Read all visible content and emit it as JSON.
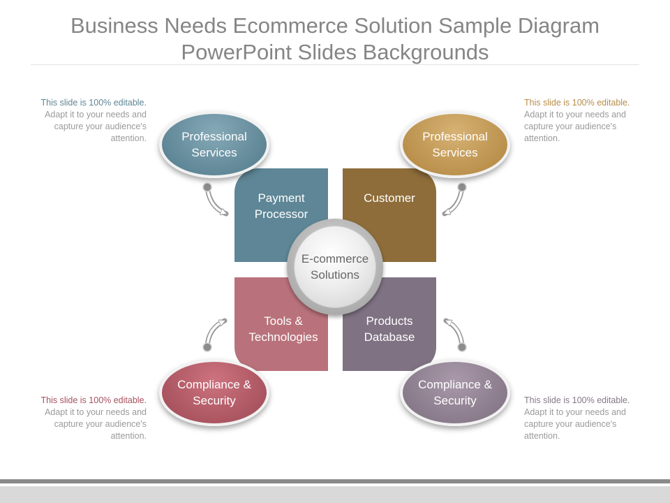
{
  "slide": {
    "title_line1": "Business Needs Ecommerce Solution Sample Diagram",
    "title_line2": "PowerPoint Slides Backgrounds"
  },
  "notes": {
    "top_left": {
      "lead": "This slide is 100% editable.",
      "body": "Adapt it to your needs and capture your audience's attention."
    },
    "top_right": {
      "lead": "This slide is 100% editable.",
      "body": "Adapt it to your needs and capture your audience's attention."
    },
    "bottom_left": {
      "lead": "This slide is 100% editable.",
      "body": "Adapt it to your needs and capture your audience's attention."
    },
    "bottom_right": {
      "lead": "This slide is 100% editable.",
      "body": "Adapt it to your needs and capture your audience's attention."
    }
  },
  "quadrants": {
    "top_left": {
      "line1": "Payment",
      "line2": "Processor"
    },
    "top_right": {
      "line1": "Customer"
    },
    "bottom_left": {
      "line1": "Tools &",
      "line2": "Technologies"
    },
    "bottom_right": {
      "line1": "Products",
      "line2": "Database"
    }
  },
  "center": {
    "line1": "E-commerce",
    "line2": "Solutions"
  },
  "ellipses": {
    "top_left": {
      "line1": "Professional",
      "line2": "Services"
    },
    "top_right": {
      "line1": "Professional",
      "line2": "Services"
    },
    "bottom_left": {
      "line1": "Compliance &",
      "line2": "Security"
    },
    "bottom_right": {
      "line1": "Compliance &",
      "line2": "Security"
    }
  },
  "colors": {
    "teal": "#5e8696",
    "gold": "#8e6d3a",
    "rose": "#b9727b",
    "mauve": "#7f7283",
    "note_teal": "#5e8696",
    "note_gold": "#b78d48",
    "note_rose": "#a6515d",
    "note_mauve": "#857787"
  }
}
